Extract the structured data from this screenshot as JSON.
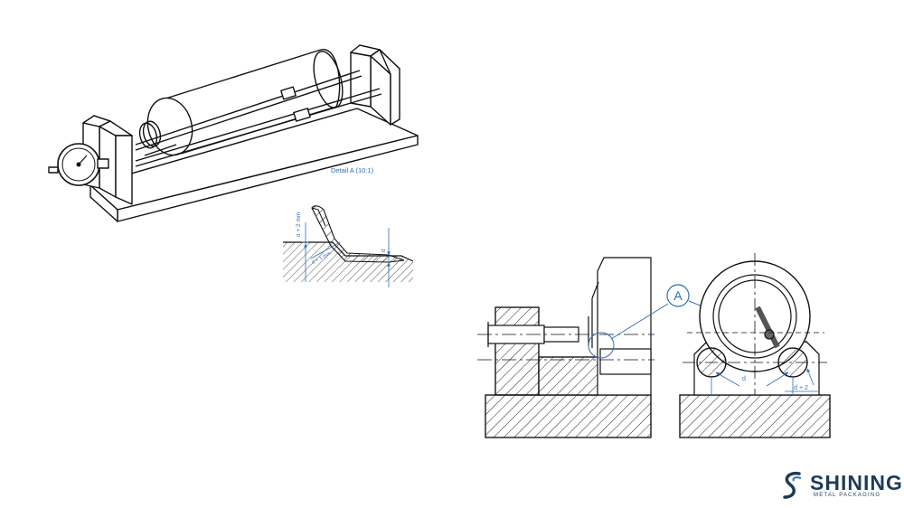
{
  "detail_title": "Detail A (10:1)",
  "detail_dims": {
    "d_plus_2mm": "d + 2 mm",
    "d": "d",
    "bottom_gauge": "d + 1 mm"
  },
  "section_view": {
    "callout": "A",
    "d_label": "d",
    "d_plus_2": "d + 2"
  },
  "accent_color": "#2f6fb3",
  "logo": {
    "name": "SHINING",
    "tagline": "METAL PACKAGING",
    "icon": "s-swirl-icon"
  }
}
